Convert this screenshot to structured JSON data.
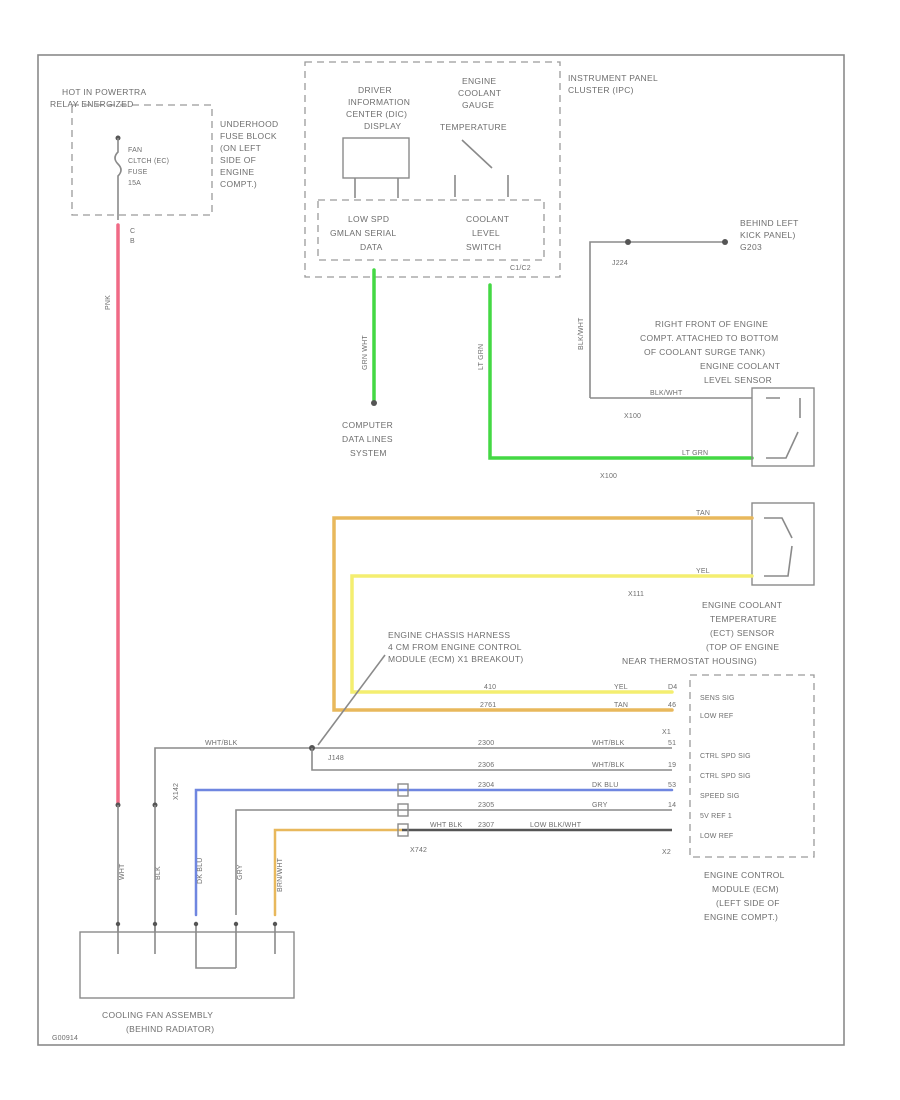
{
  "colors": {
    "pink": "#f06a86",
    "green": "#44d844",
    "yellow": "#f4ee70",
    "tan": "#e8b85c",
    "blue": "#6f86e0",
    "gray": "#8a8a8a",
    "dark": "#555555"
  },
  "hot": {
    "line1": "HOT IN POWERTRA",
    "line2": "RELAY ENERGIZED"
  },
  "fuse_block": {
    "lines": [
      "UNDERHOOD",
      "FUSE BLOCK",
      "(ON LEFT",
      "SIDE OF",
      "ENGINE",
      "COMPT.)"
    ]
  },
  "fuse": {
    "lines": [
      "FAN",
      "CLTCH (EC)",
      "FUSE",
      "15A"
    ],
    "pin": "C",
    "pin2": "B"
  },
  "ipc": {
    "lines": [
      "INSTRUMENT PANEL",
      "CLUSTER (IPC)"
    ]
  },
  "dic": {
    "lines": [
      "DRIVER",
      "INFORMATION",
      "CENTER (DIC)",
      "DISPLAY"
    ]
  },
  "ect_gauge": {
    "lines": [
      "ENGINE",
      "COOLANT",
      "GAUGE",
      "TEMPERATURE"
    ]
  },
  "lowspd": {
    "lines": [
      "LOW SPD",
      "GMLAN SERIAL",
      "DATA"
    ]
  },
  "coolant_level": {
    "lines": [
      "COOLANT",
      "LEVEL",
      "SWITCH"
    ],
    "connector": "C1/C2"
  },
  "computer": {
    "lines": [
      "COMPUTER",
      "DATA LINES",
      "SYSTEM"
    ]
  },
  "wires": {
    "pnk": "PNK",
    "ltgrn1": "LT GRN",
    "ltgrn2": "LT GRN",
    "grnwht": "GRN WHT",
    "blkwht1": "BLK/WHT",
    "blkwht2": "BLK/WHT",
    "tan": "TAN",
    "yel": "YEL",
    "wht_blk": "WHT/BLK"
  },
  "splice_j": "J224",
  "ground": {
    "lines": [
      "BEHIND LEFT",
      "KICK PANEL)",
      "G203"
    ]
  },
  "ecl_sensor": {
    "lines": [
      "RIGHT FRONT OF ENGINE",
      "COMPT. ATTACHED TO BOTTOM",
      "OF COOLANT SURGE TANK)",
      "ENGINE COOLANT",
      "LEVEL SENSOR"
    ],
    "conn1": "X100",
    "conn2": "X100"
  },
  "ect_sensor": {
    "lines": [
      "ENGINE COOLANT",
      "TEMPERATURE",
      "(ECT) SENSOR",
      "(TOP OF ENGINE",
      "NEAR THERMOSTAT HOUSING)"
    ],
    "conn": "X111"
  },
  "harness": {
    "lines": [
      "ENGINE CHASSIS HARNESS",
      "4 CM FROM ENGINE CONTROL",
      "MODULE (ECM) X1 BREAKOUT)"
    ],
    "splice": "J148"
  },
  "ecm": {
    "pins": [
      "SENS SIG",
      "LOW REF",
      "CTRL SPD SIG",
      "CTRL SPD SIG",
      "SPEED SIG",
      "5V REF 1",
      "LOW REF"
    ],
    "connectors": [
      "X1",
      "X2"
    ],
    "lines": [
      "ENGINE CONTROL",
      "MODULE (ECM)",
      "(LEFT SIDE OF",
      "ENGINE COMPT.)"
    ]
  },
  "ecm_wires": {
    "row1": [
      "410",
      "YEL",
      "D4"
    ],
    "row2": [
      "2761",
      "TAN",
      "46"
    ],
    "row3": [
      "2300",
      "WHT/BLK",
      "51"
    ],
    "row4": [
      "2306",
      "WHT/BLK",
      "19"
    ],
    "row5": [
      "2304",
      "DK BLU",
      "53"
    ],
    "row6": [
      "2305",
      "GRY",
      "14"
    ],
    "row7": [
      "2307",
      "WHT BLK",
      "LOW BLK/WHT"
    ]
  },
  "fan_conn": {
    "name": "X742",
    "top": "X142"
  },
  "fan_wires": [
    "WHT",
    "BLK",
    "DK BLU",
    "GRY",
    "BRN/WHT"
  ],
  "fan": {
    "lines": [
      "COOLING FAN ASSEMBLY",
      "(BEHIND RADIATOR)"
    ]
  },
  "figure_id": "G00914"
}
